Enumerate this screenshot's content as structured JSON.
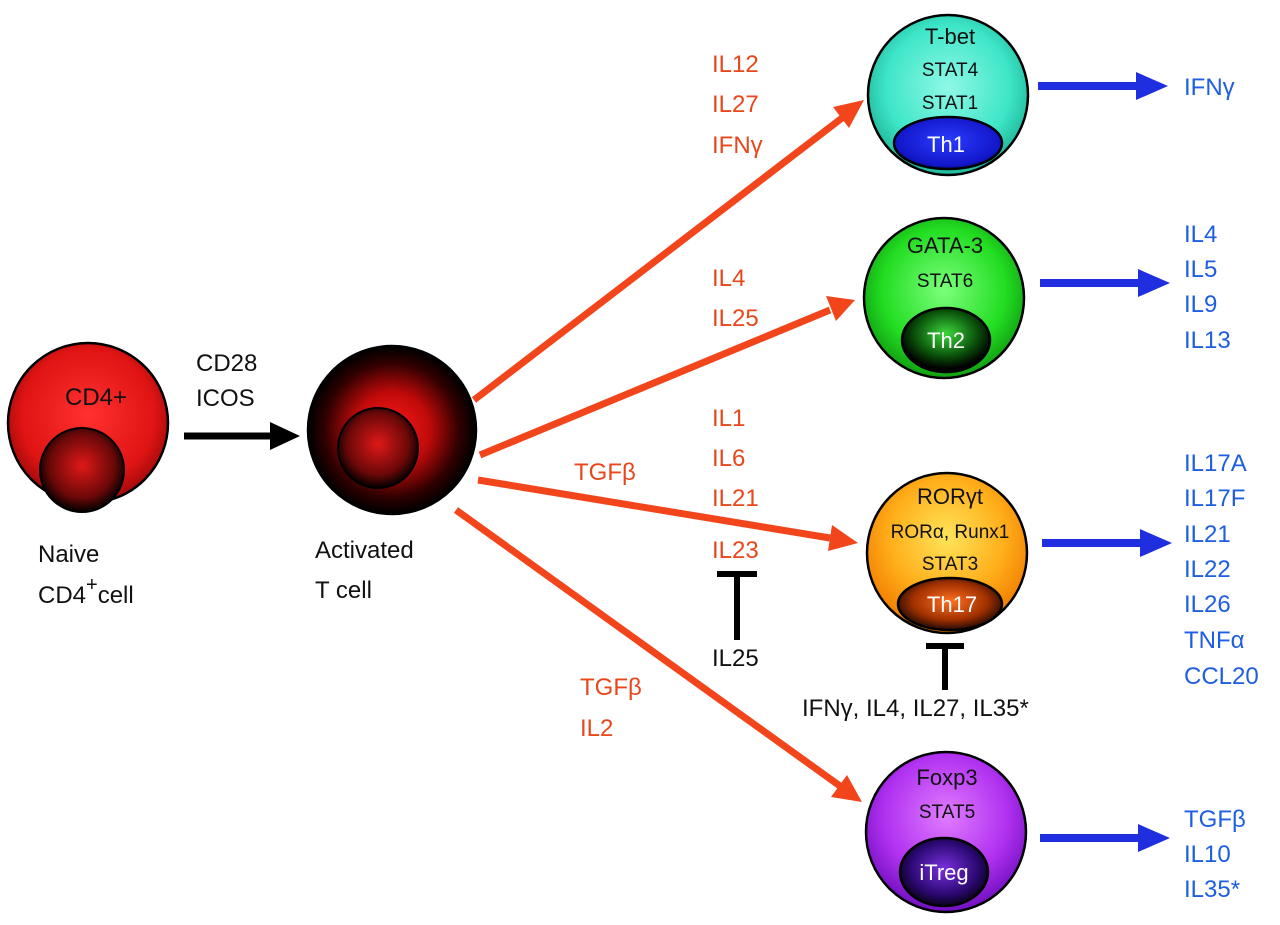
{
  "naive": {
    "cell_label": "CD4+",
    "caption_line1": "Naive",
    "caption_line2_a": "CD4",
    "caption_line2_sup": "+",
    "caption_line2_b": "cell"
  },
  "costim": {
    "line1": "CD28",
    "line2": "ICOS"
  },
  "activated": {
    "caption_line1": "Activated",
    "caption_line2": "T cell"
  },
  "th1": {
    "factors": [
      "T-bet",
      "STAT4",
      "STAT1"
    ],
    "nucleus_label": "Th1",
    "inducers": [
      "IL12",
      "IL27",
      "IFNγ"
    ],
    "products": [
      "IFNγ"
    ]
  },
  "th2": {
    "factors": [
      "GATA-3",
      "STAT6"
    ],
    "nucleus_label": "Th2",
    "inducers": [
      "IL4",
      "IL25"
    ],
    "products": [
      "IL4",
      "IL5",
      "IL9",
      "IL13"
    ]
  },
  "th17": {
    "factors": [
      "RORγt",
      "RORα, Runx1",
      "STAT3"
    ],
    "nucleus_label": "Th17",
    "inducer_tgf": "TGFβ",
    "inducers": [
      "IL1",
      "IL6",
      "IL21",
      "IL23"
    ],
    "il23_inhibitor": "IL25",
    "inhibitors": "IFNγ, IL4, IL27, IL35*",
    "products": [
      "IL17A",
      "IL17F",
      "IL21",
      "IL22",
      "IL26",
      "TNFα",
      "CCL20"
    ]
  },
  "itreg": {
    "factors": [
      "Foxp3",
      "STAT5"
    ],
    "nucleus_label": "iTreg",
    "inducers": [
      "TGFβ",
      "IL2"
    ],
    "products": [
      "TGFβ",
      "IL10",
      "IL35*"
    ]
  },
  "colors": {
    "red_arrow": "#f2451b",
    "blue_arrow": "#1f2fe0",
    "red_text": "#e8471c",
    "blue_text": "#1e5ee0",
    "th1_cell": "#3ee6c8",
    "th2_cell": "#22dd22",
    "th17_cell": "#ffae1a",
    "itreg_cell": "#b030f0",
    "naive_cell": "#e01414"
  }
}
